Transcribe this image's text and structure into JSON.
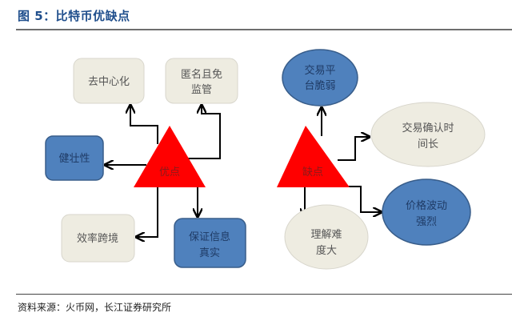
{
  "figure": {
    "title": "图 5：比特币优缺点",
    "source": "资料来源：火币网，长江证券研究所"
  },
  "colors": {
    "title": "#1f4e8c",
    "triangle": "#ff0000",
    "triangle_text": "#8b1a1a",
    "blue_fill": "#4f81bd",
    "blue_stroke": "#385d8a",
    "gray_fill": "#eeece1",
    "gray_stroke": "#d8d6cc",
    "gray_text": "#555555",
    "blue_text": "#1f3b66"
  },
  "advantages": {
    "center": "优点",
    "nodes": [
      {
        "id": "decentralized",
        "lines": [
          "去中心化"
        ],
        "style": "gray"
      },
      {
        "id": "anonymous",
        "lines": [
          "匿名且免",
          "监管"
        ],
        "style": "gray"
      },
      {
        "id": "robustness",
        "lines": [
          "健壮性"
        ],
        "style": "blue"
      },
      {
        "id": "cross-border",
        "lines": [
          "效率跨境"
        ],
        "style": "gray"
      },
      {
        "id": "authentic",
        "lines": [
          "保证信息",
          "真实"
        ],
        "style": "blue"
      }
    ]
  },
  "disadvantages": {
    "center": "缺点",
    "nodes": [
      {
        "id": "fragile-platform",
        "lines": [
          "交易平",
          "台脆弱"
        ],
        "style": "blue"
      },
      {
        "id": "slow-confirm",
        "lines": [
          "交易确认时",
          "间长"
        ],
        "style": "gray"
      },
      {
        "id": "volatile",
        "lines": [
          "价格波动",
          "强烈"
        ],
        "style": "blue"
      },
      {
        "id": "hard-to-understand",
        "lines": [
          "理解难",
          "度大"
        ],
        "style": "gray"
      }
    ]
  }
}
